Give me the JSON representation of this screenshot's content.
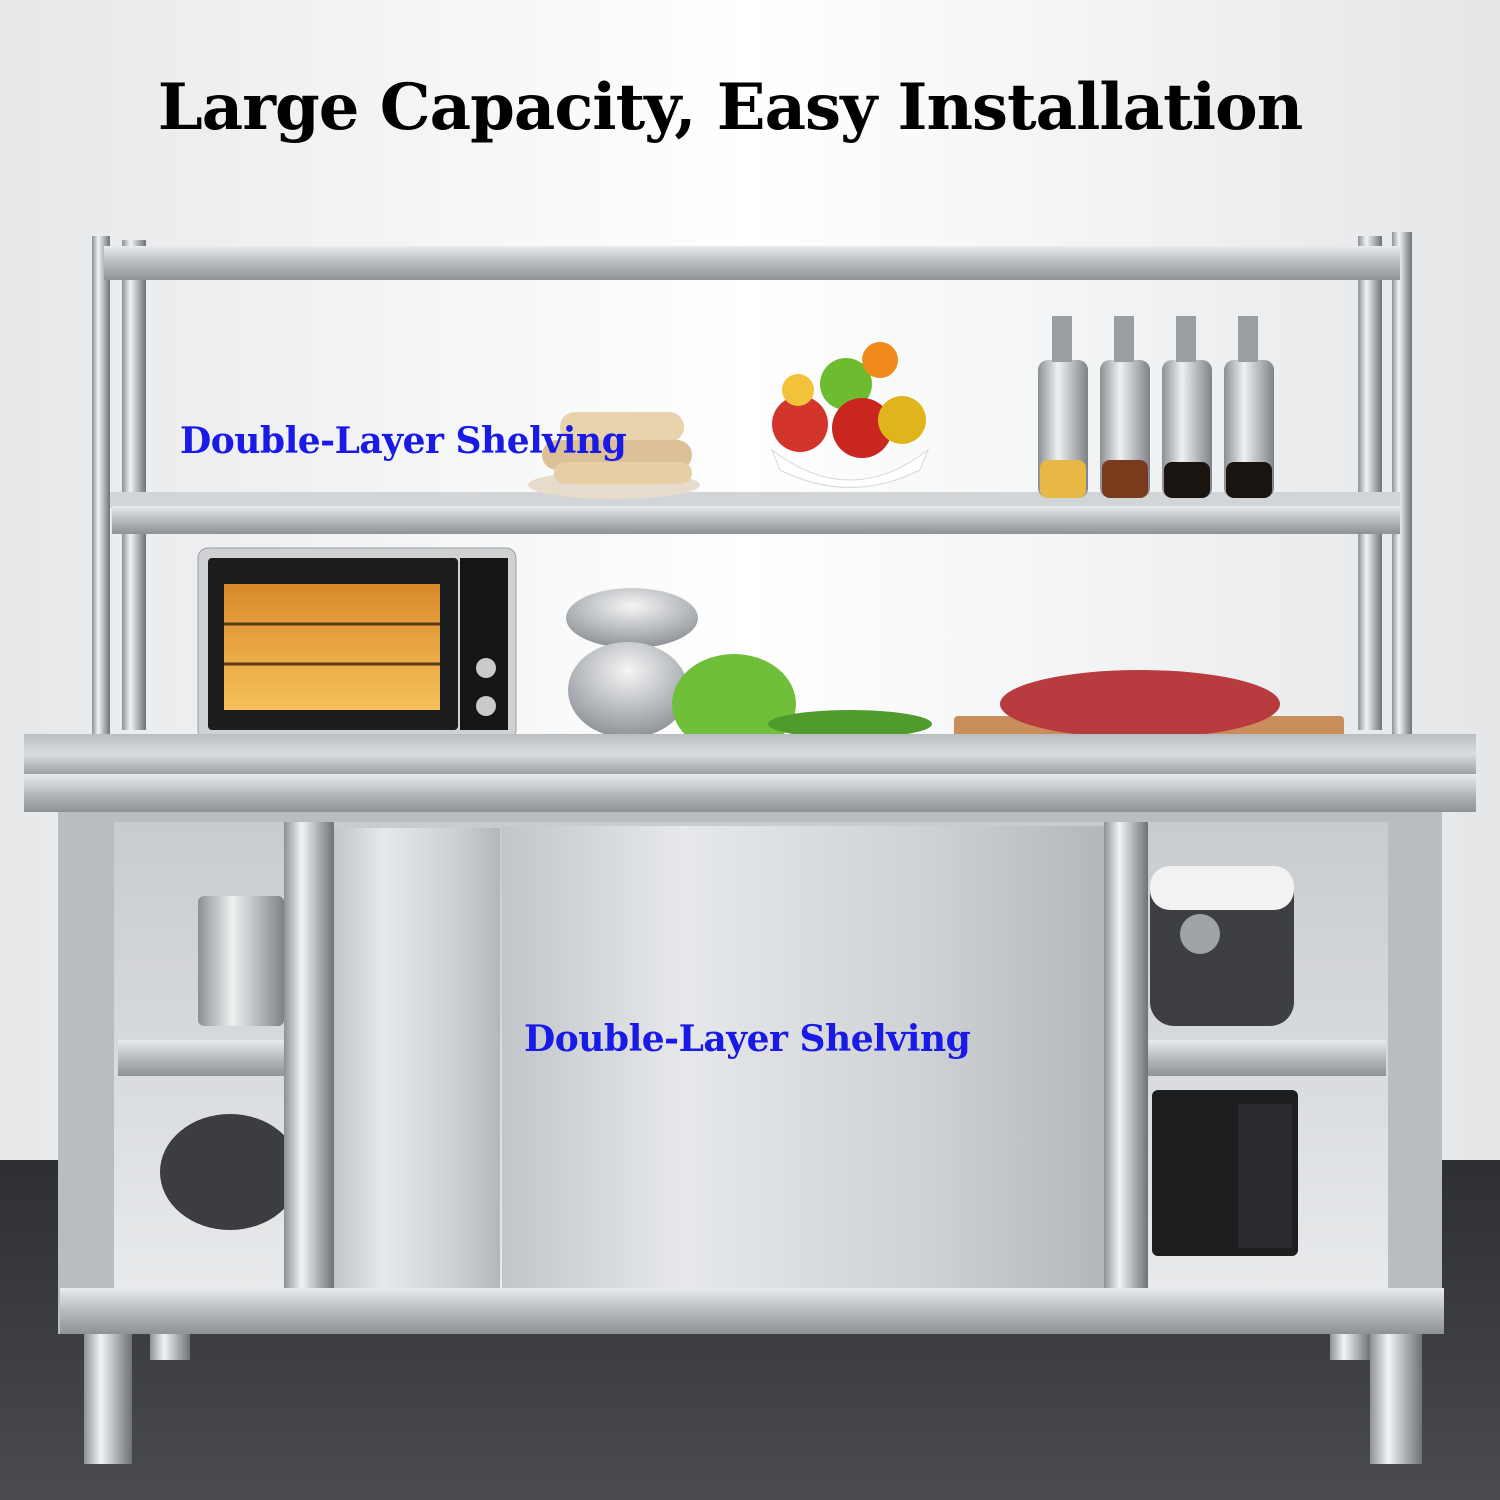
{
  "headline": "Large Capacity, Easy Installation",
  "labels": {
    "upper_shelf": "Double-Layer Shelving",
    "cabinet": "Double-Layer Shelving"
  },
  "colors": {
    "headline": "#000000",
    "label": "#1a1ae6",
    "steel": "#c9ccd0",
    "floor": "#3a3b3e"
  }
}
